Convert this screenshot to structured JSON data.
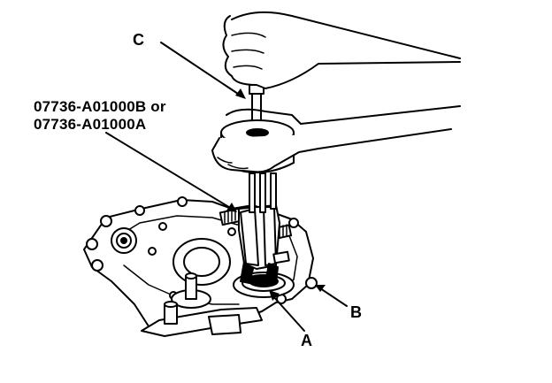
{
  "callouts": {
    "c": "C",
    "part_number_1": "07736-A01000B or",
    "part_number_2": "07736-A01000A",
    "a": "A",
    "b": "B"
  },
  "colors": {
    "ink": "#000000",
    "paper": "#ffffff"
  }
}
